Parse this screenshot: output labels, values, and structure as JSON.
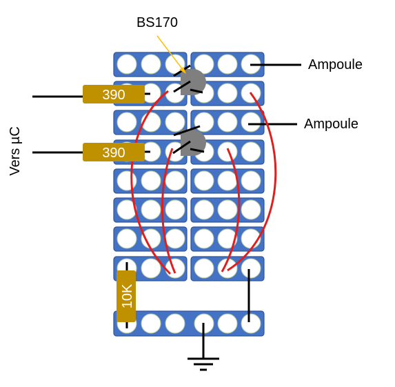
{
  "labels": {
    "transistor": "BS170",
    "lamp_top": "Ampoule",
    "lamp_bottom": "Ampoule",
    "side": "Vers µC",
    "resistor_top": "390",
    "resistor_bottom": "390",
    "resistor_vertical": "10K"
  },
  "colors": {
    "strip": "#4472C4",
    "strip_stroke": "#2F5597",
    "hole": "#ffffff",
    "hole_stroke": "#B4C7A0",
    "resistor": "#BF9000",
    "transistor": "#7F7F7F",
    "wire": "#E01E1E",
    "lead": "#000000",
    "arrow": "#FFC000"
  }
}
